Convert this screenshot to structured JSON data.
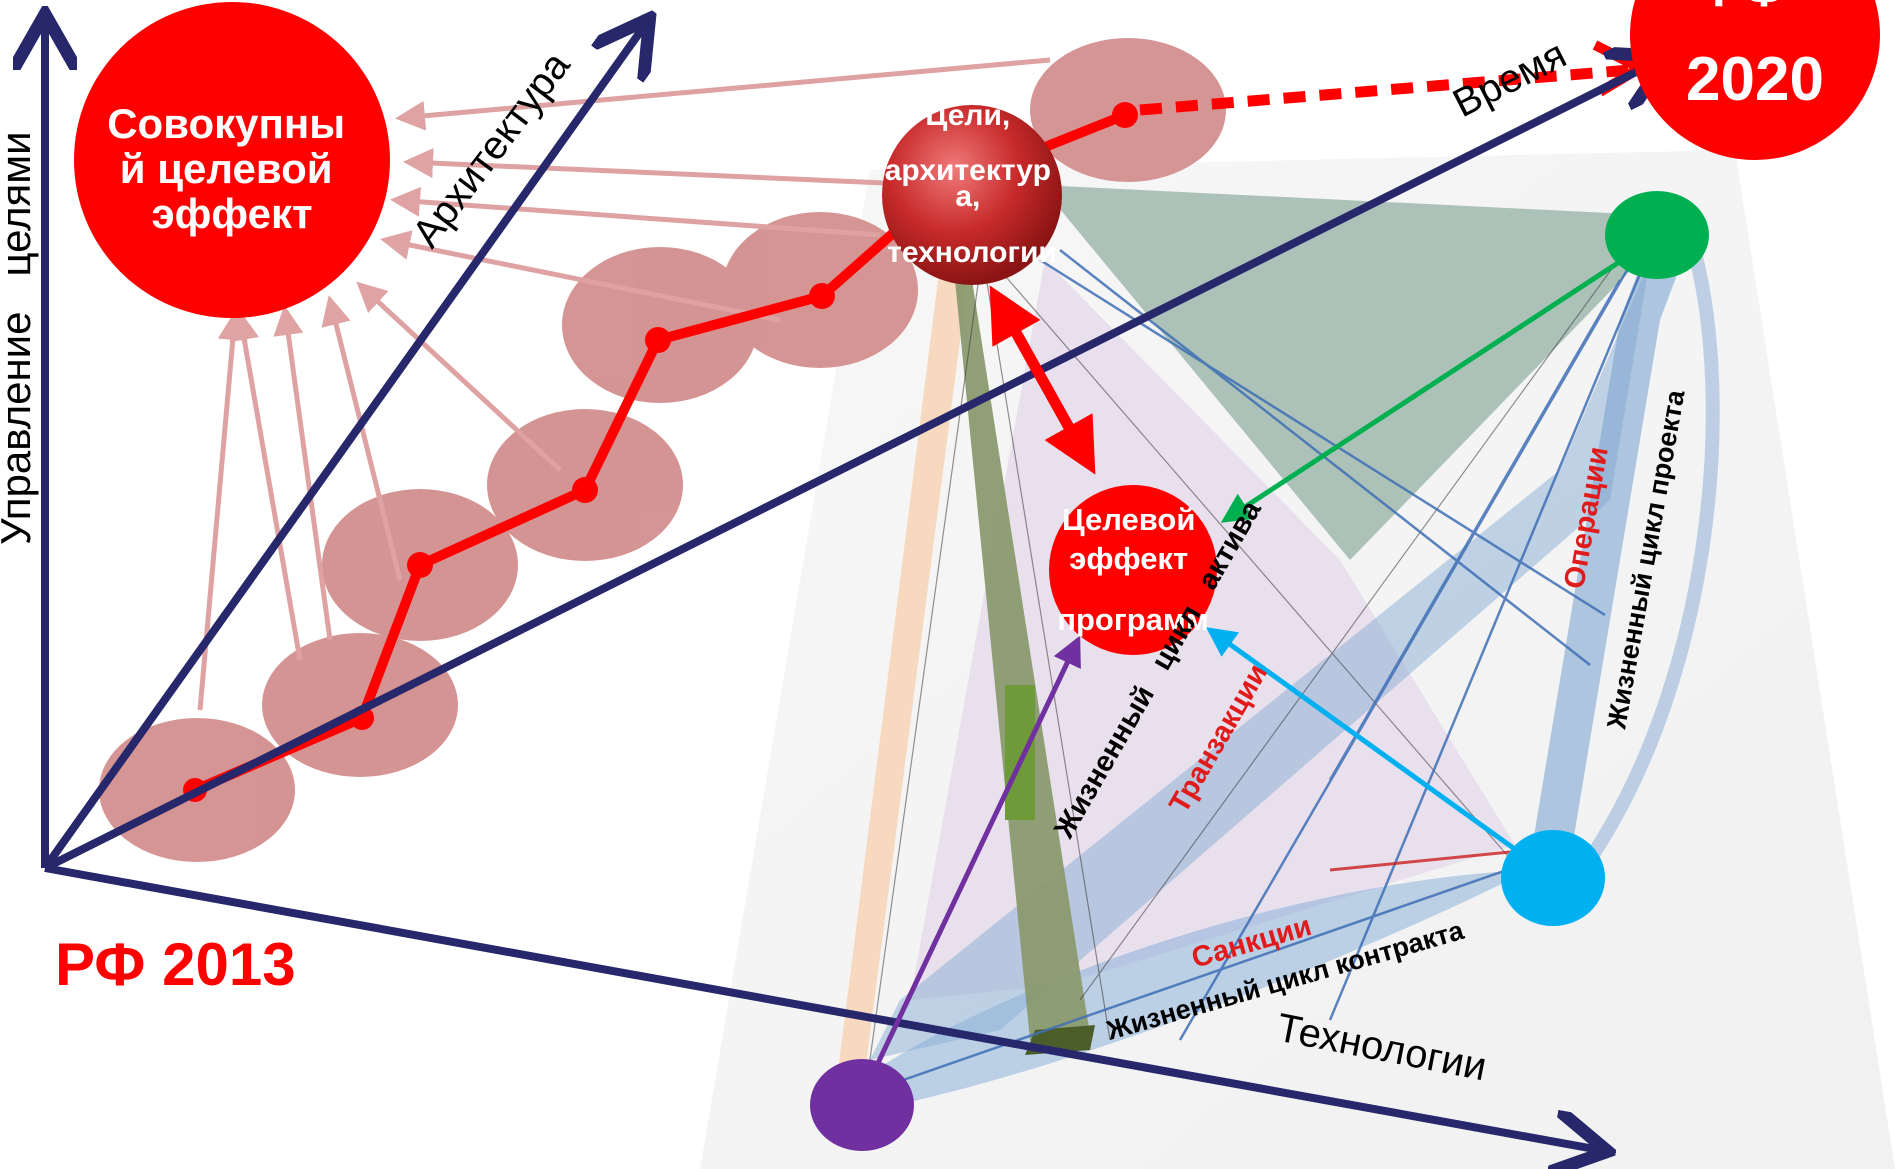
{
  "axes": {
    "vertical": "Управление   целями",
    "architecture": "Архитектура",
    "time": "Время",
    "technologies": "Технологии"
  },
  "origin_label": "РФ 2013",
  "target_label": [
    "РФ",
    "2020"
  ],
  "aggregate_effect": [
    "Совокупны",
    "й целевой",
    "эффект"
  ],
  "goals_node": [
    "Цели,",
    "архитектур",
    "а,",
    "технологии"
  ],
  "program_effect": [
    "Целевой",
    "эффект",
    "программ"
  ],
  "lifecycles": {
    "asset": "Жизненный   цикл   актива",
    "project": "Жизненный цикл проекта",
    "contract": "Жизненный цикл контракта"
  },
  "activities": {
    "operations": "Операции",
    "transactions": "Транзакции",
    "sanctions": "Санкции"
  },
  "colors": {
    "axis": "#27276b",
    "accent_red": "#ff0000",
    "blob": "#d28c8c",
    "green_node": "#00b050",
    "cyan_node": "#00b0f0",
    "purple_node": "#7030a0"
  }
}
